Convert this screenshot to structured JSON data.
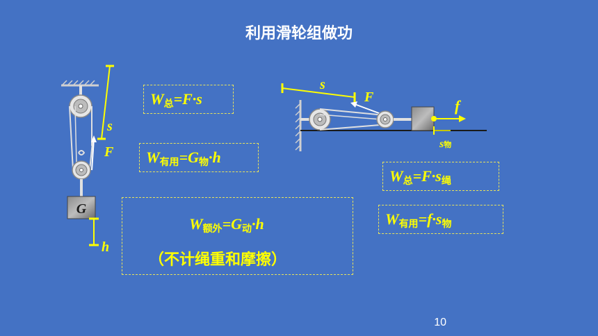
{
  "title": "利用滑轮组做功",
  "page_number": "10",
  "formulas": {
    "w_total_left": {
      "w": "W",
      "sub1": "总",
      "rest": "=F·s"
    },
    "w_useful_left": {
      "w": "W",
      "sub1": "有用",
      "mid": "=G",
      "sub2": "物",
      "rest": "·h"
    },
    "w_extra": {
      "w": "W",
      "sub1": "额外",
      "mid": "=G",
      "sub2": "动",
      "rest": "·h"
    },
    "note": "（不计绳重和摩擦）",
    "w_total_right": {
      "w": "W",
      "sub1": "总",
      "mid": "=F·s",
      "sub2": "绳"
    },
    "w_useful_right": {
      "w": "W",
      "sub1": "有用",
      "mid": "=f·s",
      "sub2": "物"
    }
  },
  "diagram_left": {
    "labels": {
      "s": "s",
      "F": "F",
      "G": "G",
      "h": "h"
    }
  },
  "diagram_right": {
    "labels": {
      "s": "s",
      "F": "F",
      "f": "f",
      "s_obj": "s",
      "s_obj_sub": "物"
    }
  },
  "colors": {
    "background": "#4472c4",
    "accent": "#ffff00",
    "dash": "#e8e35c"
  }
}
